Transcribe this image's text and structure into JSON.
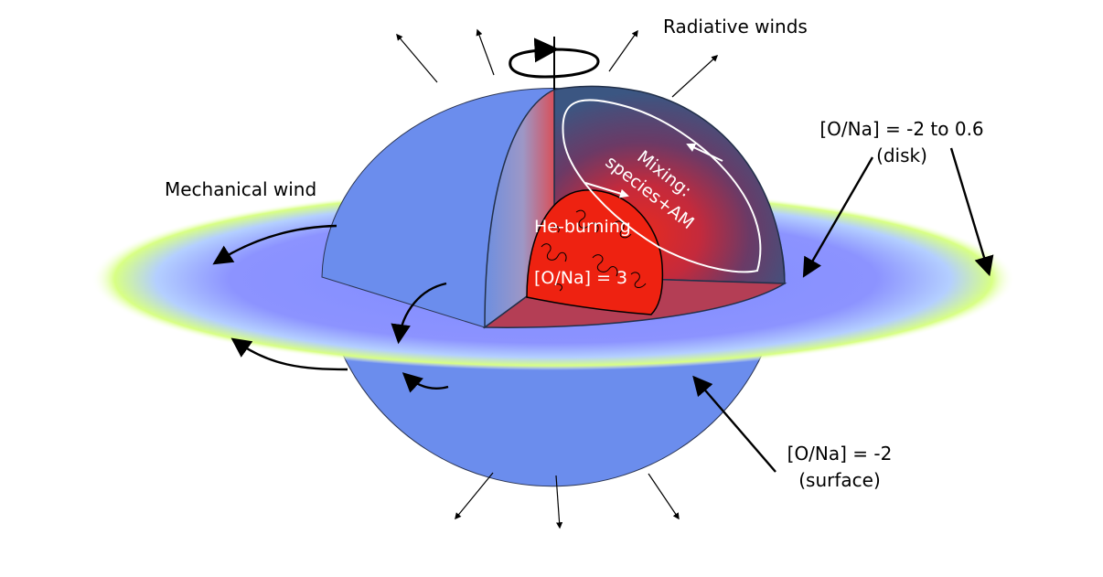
{
  "diagram": {
    "labels": {
      "radiative_winds": "Radiative winds",
      "mechanical_wind": "Mechanical wind",
      "disk_ratio_line1": "[O/Na] = -2 to 0.6",
      "disk_ratio_line2": "(disk)",
      "surface_ratio_line1": "[O/Na] = -2",
      "surface_ratio_line2": "(surface)",
      "mixing_line1": "Mixing:",
      "mixing_line2": "species+AM",
      "core_title": "He-burning",
      "core_ratio": "[O/Na] = 3"
    },
    "colors": {
      "star_surface": "#6b8ded",
      "cutaway_interior": "#3c5582",
      "core": "#ee2211",
      "disk_inner": "#8f95ff",
      "disk_outer": "#d9ff7a",
      "arrows": "#000000",
      "mixing_loop": "#ffffff"
    }
  }
}
